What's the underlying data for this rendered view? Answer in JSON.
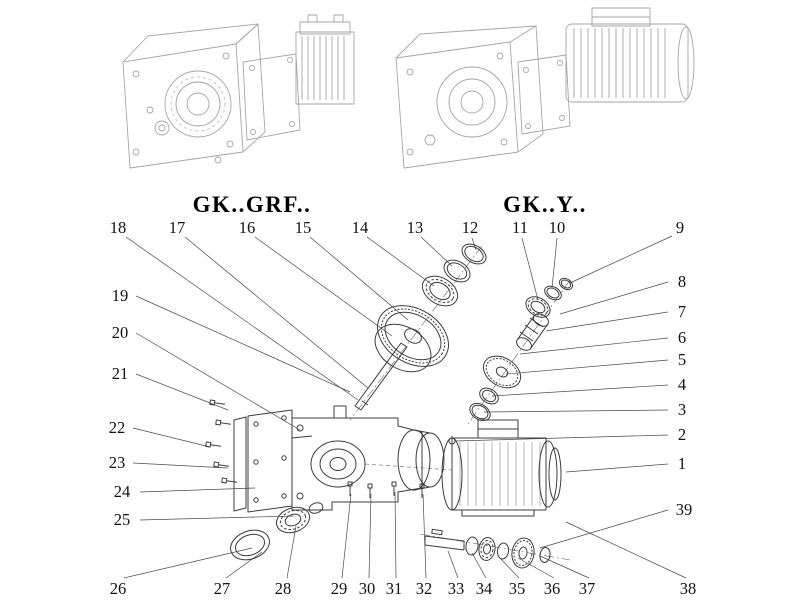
{
  "titles": {
    "grf": "GK..GRF..",
    "y": "GK..Y.."
  },
  "callouts": {
    "c1": "1",
    "c2": "2",
    "c3": "3",
    "c4": "4",
    "c5": "5",
    "c6": "6",
    "c7": "7",
    "c8": "8",
    "c9": "9",
    "c10": "10",
    "c11": "11",
    "c12": "12",
    "c13": "13",
    "c14": "14",
    "c15": "15",
    "c16": "16",
    "c17": "17",
    "c18": "18",
    "c19": "19",
    "c20": "20",
    "c21": "21",
    "c22": "22",
    "c23": "23",
    "c24": "24",
    "c25": "25",
    "c26": "26",
    "c27": "27",
    "c28": "28",
    "c29": "29",
    "c30": "30",
    "c31": "31",
    "c32": "32",
    "c33": "33",
    "c34": "34",
    "c35": "35",
    "c36": "36",
    "c37": "37",
    "c38": "38",
    "c39": "39"
  }
}
